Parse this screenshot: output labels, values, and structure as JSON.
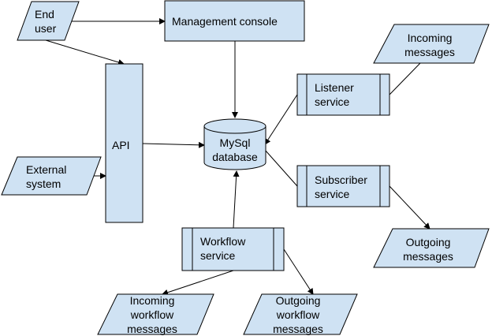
{
  "colors": {
    "node_fill": "#cfe2f3",
    "stroke": "#000000"
  },
  "nodes": {
    "end_user": [
      "End",
      "user"
    ],
    "management_console": [
      "Management console"
    ],
    "api": [
      "API"
    ],
    "external_system": [
      "External",
      "system"
    ],
    "database": [
      "MySql",
      "database"
    ],
    "listener_service": [
      "Listener",
      "service"
    ],
    "subscriber_service": [
      "Subscriber",
      "service"
    ],
    "workflow_service": [
      "Workflow",
      "service"
    ],
    "incoming_messages": [
      "Incoming",
      "messages"
    ],
    "outgoing_messages": [
      "Outgoing",
      "messages"
    ],
    "incoming_workflow_messages": [
      "Incoming",
      "workflow",
      "messages"
    ],
    "outgoing_workflow_messages": [
      "Outgoing",
      "workflow",
      "messages"
    ]
  },
  "edges": [
    {
      "from": "end_user",
      "to": "management_console"
    },
    {
      "from": "end_user",
      "to": "api"
    },
    {
      "from": "external_system",
      "to": "api"
    },
    {
      "from": "management_console",
      "to": "database"
    },
    {
      "from": "api",
      "to": "database"
    },
    {
      "from": "incoming_messages",
      "to": "listener_service"
    },
    {
      "from": "listener_service",
      "to": "database"
    },
    {
      "from": "database",
      "to": "subscriber_service"
    },
    {
      "from": "subscriber_service",
      "to": "outgoing_messages"
    },
    {
      "from": "workflow_service",
      "to": "database"
    },
    {
      "from": "workflow_service",
      "to": "incoming_workflow_messages"
    },
    {
      "from": "workflow_service",
      "to": "outgoing_workflow_messages"
    }
  ]
}
